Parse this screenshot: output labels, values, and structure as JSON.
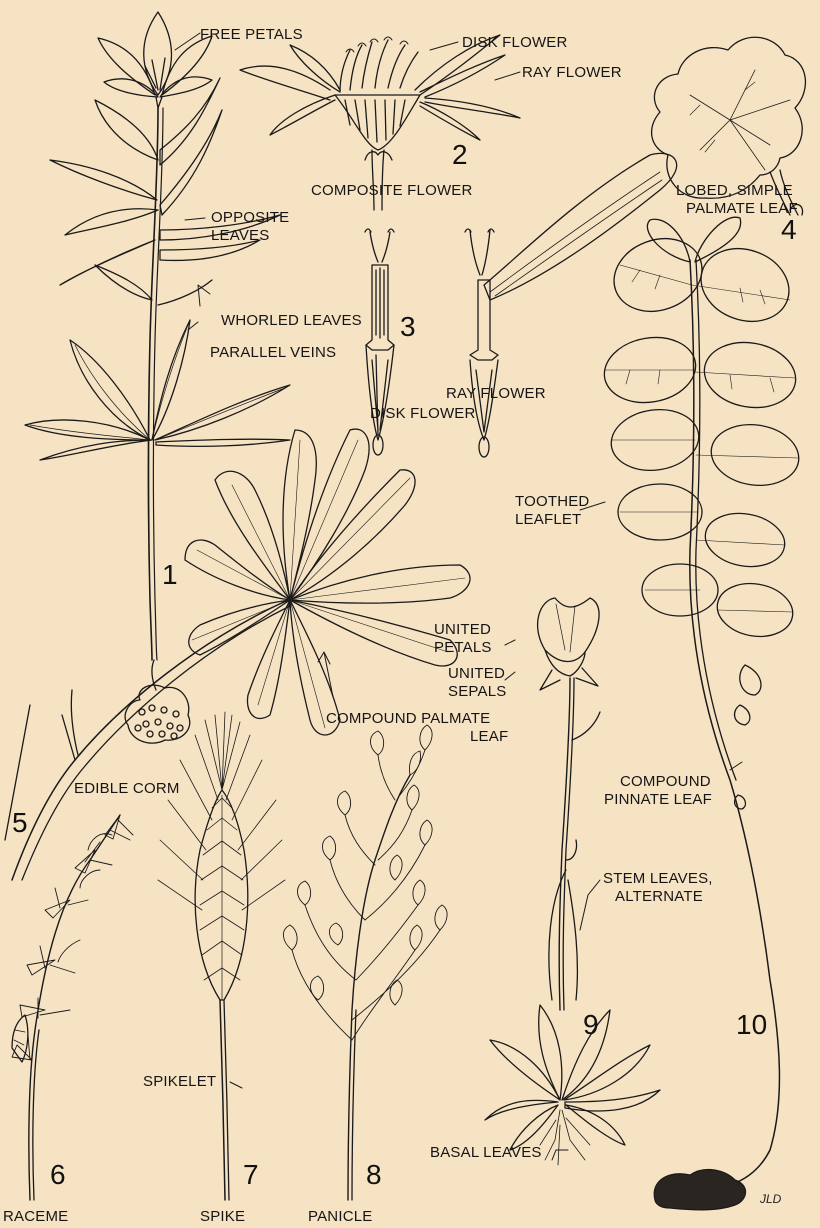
{
  "labels": {
    "free_petals": "FREE PETALS",
    "disk_flower_2": "DISK FLOWER",
    "ray_flower_2": "RAY FLOWER",
    "composite_flower": "COMPOSITE FLOWER",
    "lobed_simple": "LOBED, SIMPLE",
    "palmate_leaf": "PALMATE LEAF",
    "opposite": "OPPOSITE",
    "leaves": "LEAVES",
    "whorled_leaves": "WHORLED LEAVES",
    "parallel_veins": "PARALLEL VEINS",
    "ray_flower_3": "RAY FLOWER",
    "disk_flower_3": "DISK FLOWER",
    "toothed": "TOOTHED",
    "leaflet": "LEAFLET",
    "united_1": "UNITED",
    "petals": "PETALS",
    "united_2": "UNITED",
    "sepals": "SEPALS",
    "compound_palmate": "COMPOUND PALMATE",
    "leaf_5": "LEAF",
    "edible_corm": "EDIBLE CORM",
    "compound": "COMPOUND",
    "pinnate_leaf": "PINNATE LEAF",
    "stem_leaves": "STEM LEAVES,",
    "alternate": "ALTERNATE",
    "spikelet": "SPIKELET",
    "basal_leaves": "BASAL LEAVES",
    "raceme": "RACEME",
    "spike": "SPIKE",
    "panicle": "PANICLE"
  },
  "numbers": {
    "n1": "1",
    "n2": "2",
    "n3": "3",
    "n4": "4",
    "n5": "5",
    "n6": "6",
    "n7": "7",
    "n8": "8",
    "n9": "9",
    "n10": "10"
  },
  "signature": "JLD",
  "colors": {
    "background": "#f6e3c4",
    "ink": "#1a1a1a"
  }
}
